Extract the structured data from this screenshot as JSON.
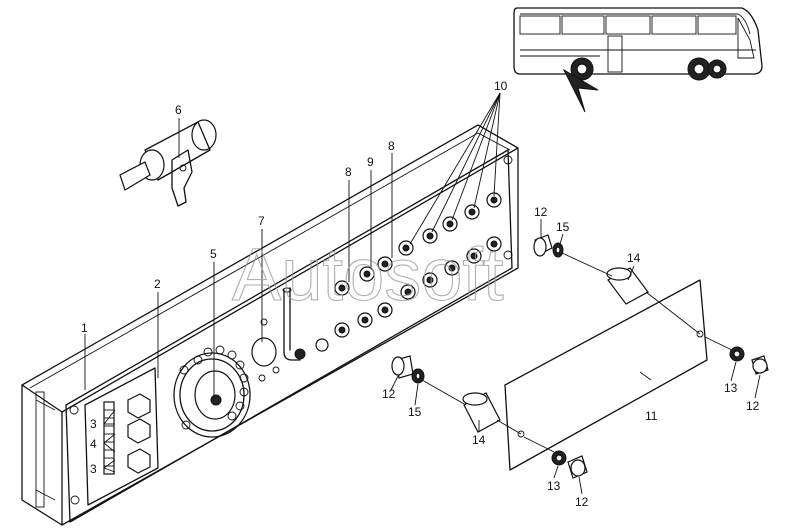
{
  "watermark": "Autosoft",
  "callouts": [
    {
      "id": "c1",
      "text": "1"
    },
    {
      "id": "c2",
      "text": "2"
    },
    {
      "id": "c3a",
      "text": "3"
    },
    {
      "id": "c3b",
      "text": "3"
    },
    {
      "id": "c4",
      "text": "4"
    },
    {
      "id": "c5",
      "text": "5"
    },
    {
      "id": "c6",
      "text": "6"
    },
    {
      "id": "c7",
      "text": "7"
    },
    {
      "id": "c8a",
      "text": "8"
    },
    {
      "id": "c8b",
      "text": "8"
    },
    {
      "id": "c9",
      "text": "9"
    },
    {
      "id": "c10",
      "text": "10"
    },
    {
      "id": "c11",
      "text": "11"
    },
    {
      "id": "c12a",
      "text": "12"
    },
    {
      "id": "c12b",
      "text": "12"
    },
    {
      "id": "c12c",
      "text": "12"
    },
    {
      "id": "c12d",
      "text": "12"
    },
    {
      "id": "c13a",
      "text": "13"
    },
    {
      "id": "c13b",
      "text": "13"
    },
    {
      "id": "c14a",
      "text": "14"
    },
    {
      "id": "c14b",
      "text": "14"
    },
    {
      "id": "c15a",
      "text": "15"
    },
    {
      "id": "c15b",
      "text": "15"
    }
  ]
}
